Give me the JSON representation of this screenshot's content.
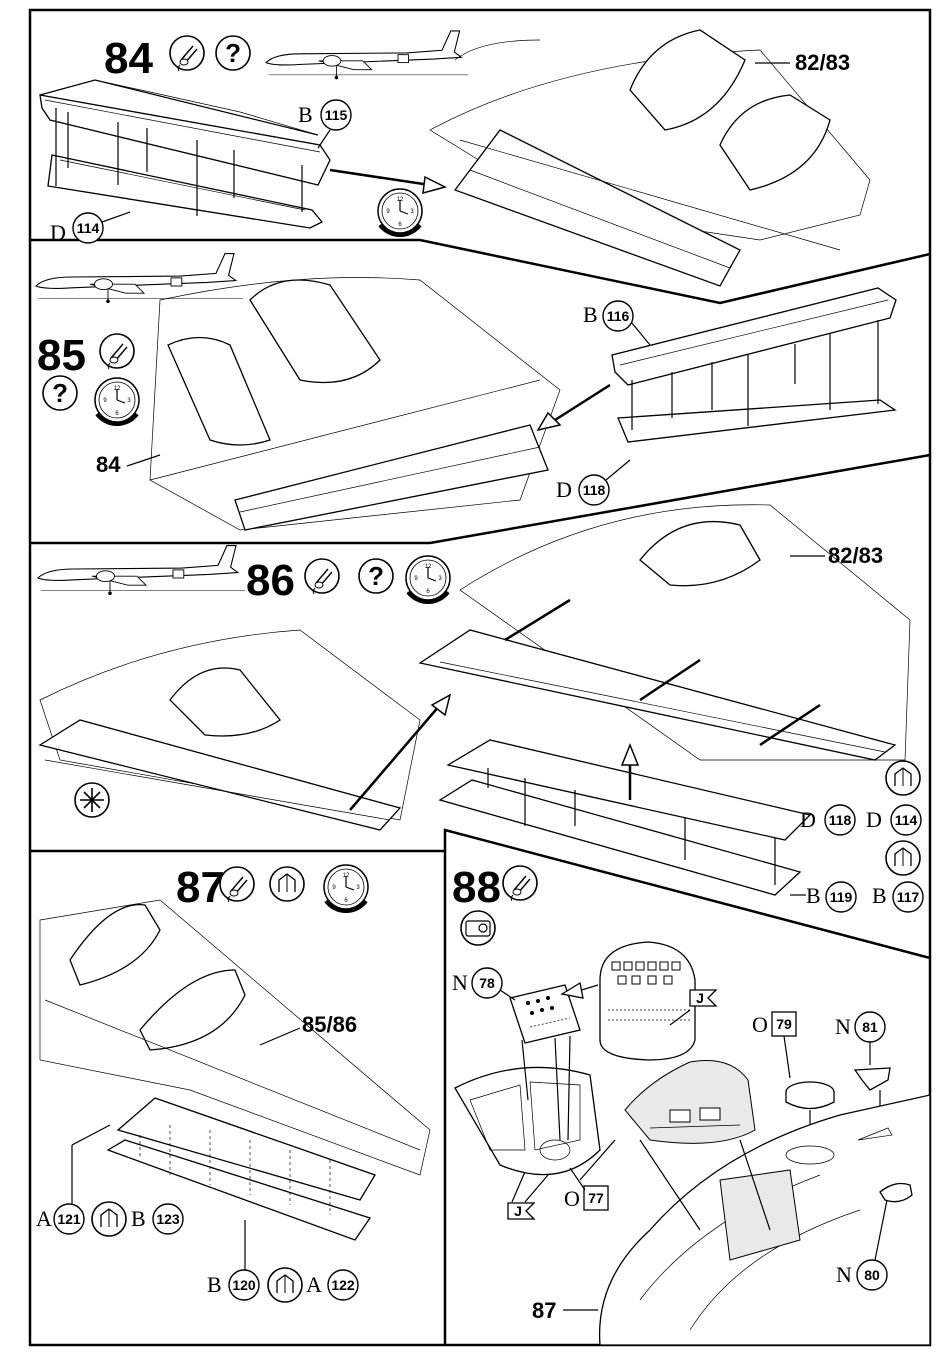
{
  "steps": [
    {
      "number": "84",
      "icons": [
        "glue-icon",
        "question-icon"
      ],
      "refs": {
        "upper": "82/83",
        "b_part": "115",
        "d_part": "114"
      },
      "b_letter": "B",
      "d_letter": "D"
    },
    {
      "number": "85",
      "icons": [
        "glue-icon",
        "question-icon",
        "clock-icon"
      ],
      "refs": {
        "assembly": "84",
        "b_part": "116",
        "d_part": "118"
      },
      "b_letter": "B",
      "d_letter": "D"
    },
    {
      "number": "86",
      "icons": [
        "glue-icon",
        "question-icon",
        "clock-icon",
        "asterisk-icon",
        "mirror-icon"
      ],
      "refs": {
        "assembly": "82/83",
        "d1_part": "118",
        "d2_part": "114",
        "b1_part": "119",
        "b2_part": "117"
      },
      "d_letter": "D",
      "b_letter": "B"
    },
    {
      "number": "87",
      "icons": [
        "glue-icon",
        "mirror-icon",
        "clock-icon"
      ],
      "refs": {
        "assembly": "85/86",
        "a1_part": "121",
        "b1_part": "123",
        "b2_part": "120",
        "a2_part": "122"
      },
      "a_letter": "A",
      "b_letter": "B"
    },
    {
      "number": "88",
      "icons": [
        "glue-icon",
        "camera-icon"
      ],
      "refs": {
        "assembly": "87",
        "n1_part": "78",
        "n2_part": "81",
        "n3_part": "80",
        "o1_part": "79",
        "o2_part": "77",
        "decal": "J"
      },
      "n_letter": "N",
      "o_letter": "O"
    }
  ]
}
